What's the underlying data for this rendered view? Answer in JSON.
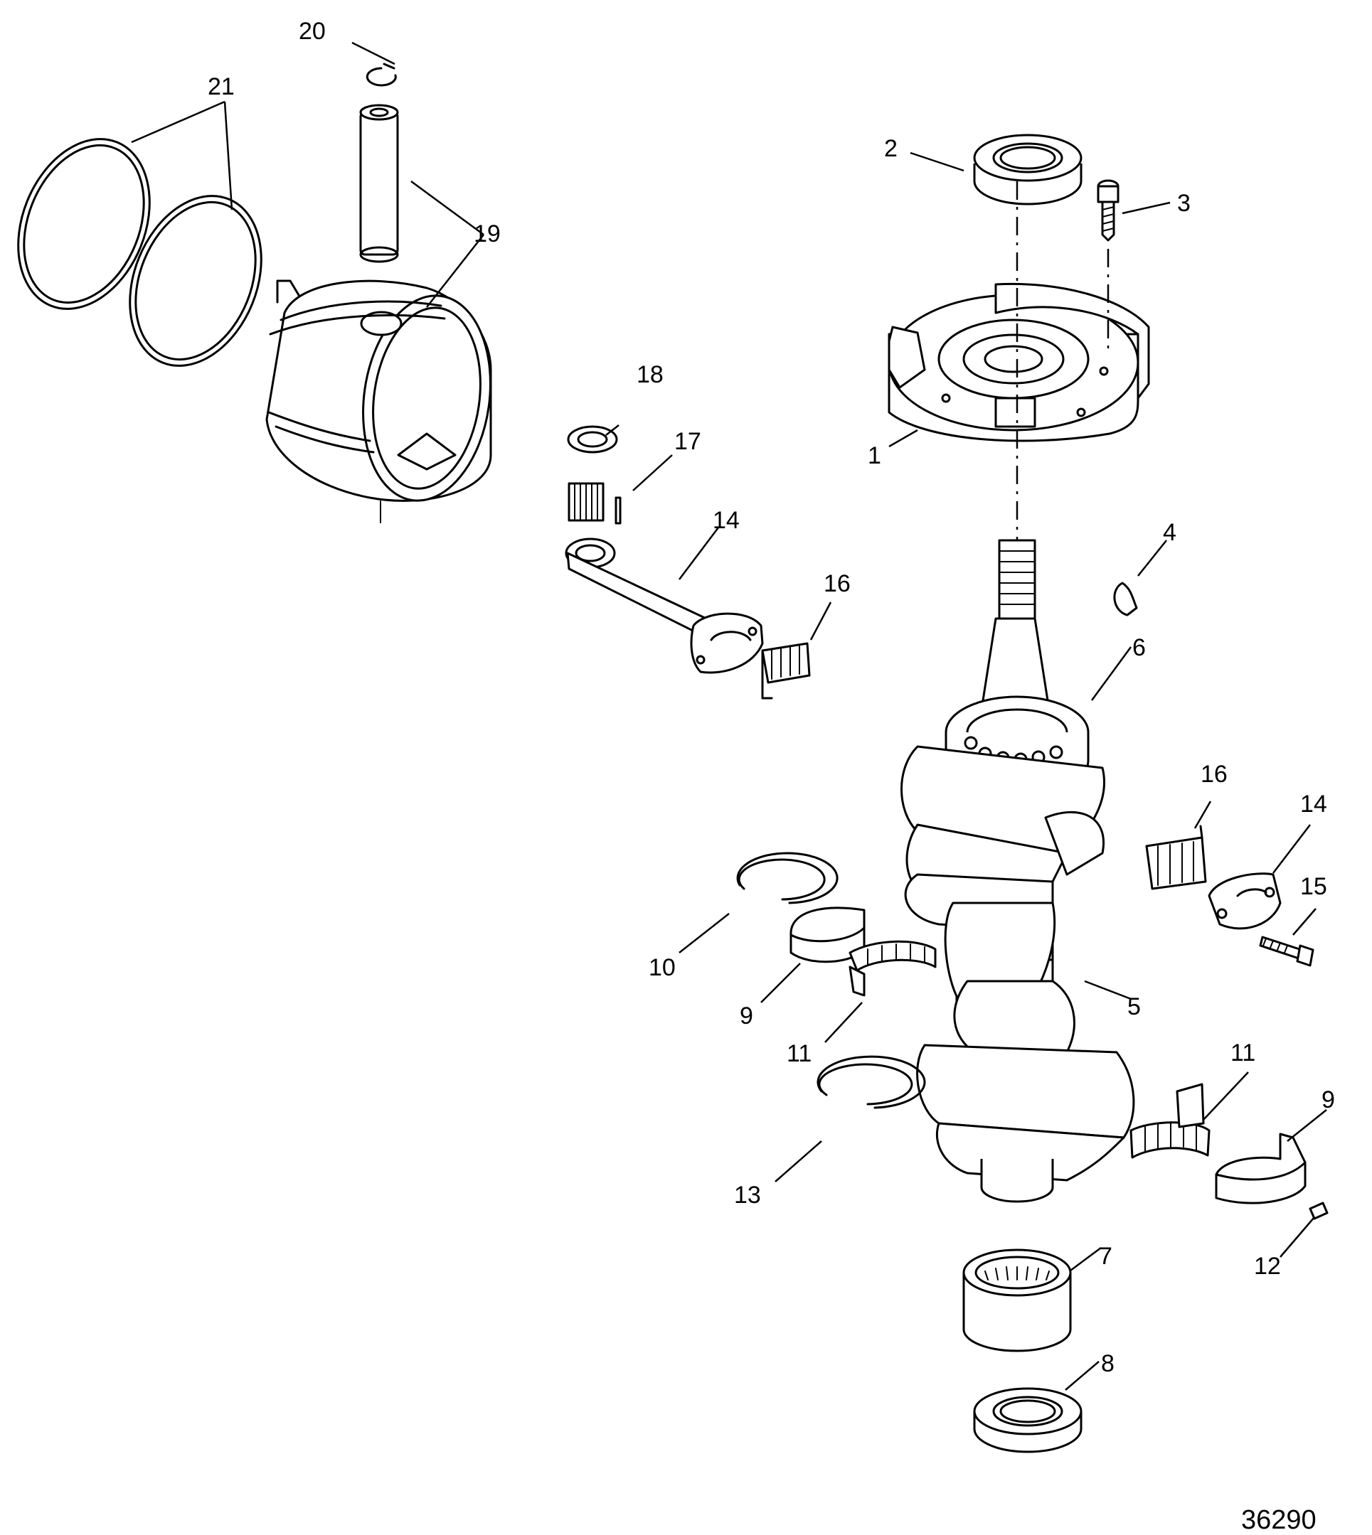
{
  "callouts": {
    "c1": "1",
    "c2": "2",
    "c3": "3",
    "c4": "4",
    "c5": "5",
    "c6": "6",
    "c7": "7",
    "c8": "8",
    "c9a": "9",
    "c9b": "9",
    "c10": "10",
    "c11a": "11",
    "c11b": "11",
    "c12": "12",
    "c13": "13",
    "c14a": "14",
    "c14b": "14",
    "c15": "15",
    "c16a": "16",
    "c16b": "16",
    "c17": "17",
    "c18": "18",
    "c19": "19",
    "c20": "20",
    "c21": "21"
  },
  "figure_number": "36290"
}
